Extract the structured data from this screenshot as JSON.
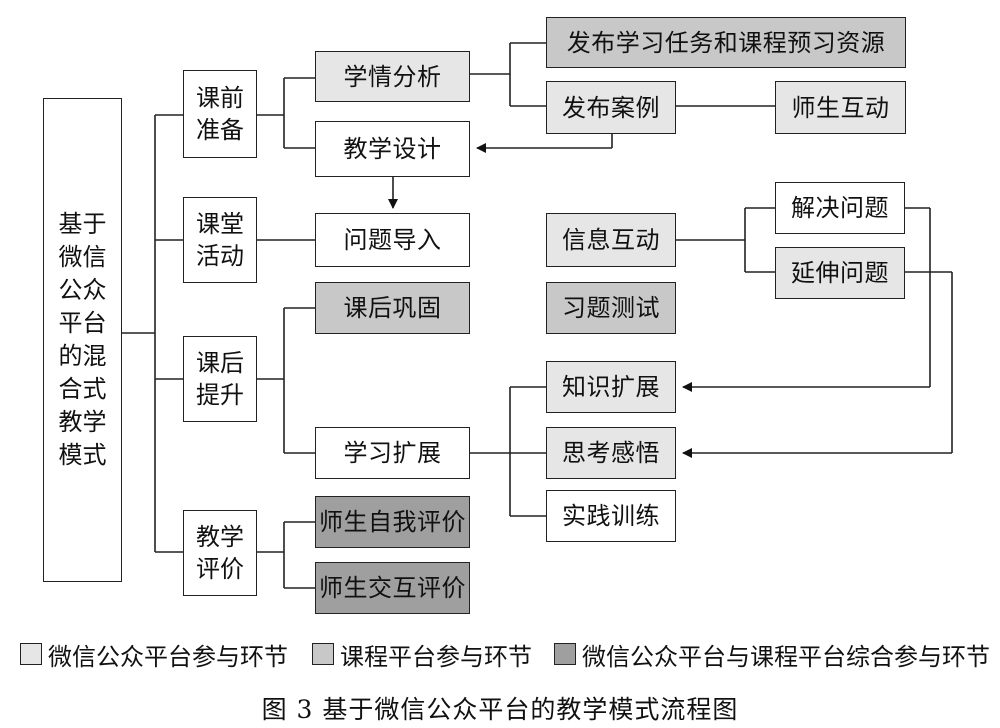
{
  "root": "基于微信公众平台的混合式教学模式",
  "stages": {
    "pre": "课前准备",
    "class": "课堂活动",
    "post": "课后提升",
    "eval": "教学评价"
  },
  "nodes": {
    "analysis": "学情分析",
    "publish_tasks": "发布学习任务和课程预习资源",
    "publish_cases": "发布案例",
    "teacher_student_interaction": "师生互动",
    "design": "教学设计",
    "intro": "问题导入",
    "info_interaction": "信息互动",
    "solve": "解决问题",
    "extend": "延伸问题",
    "exercise_test": "习题测试",
    "consolidate": "课后巩固",
    "study_extension": "学习扩展",
    "knowledge_extension": "知识扩展",
    "reflection": "思考感悟",
    "practice": "实践训练",
    "self_eval": "师生自我评价",
    "mutual_eval": "师生交互评价"
  },
  "legend": [
    {
      "label": "微信公众平台参与环节",
      "color": "#e6e6e6"
    },
    {
      "label": "课程平台参与环节",
      "color": "#c8c8c8"
    },
    {
      "label": "微信公众平台与课程平台综合参与环节",
      "color": "#9f9f9f"
    }
  ],
  "caption": "图 3   基于微信公众平台的教学模式流程图"
}
